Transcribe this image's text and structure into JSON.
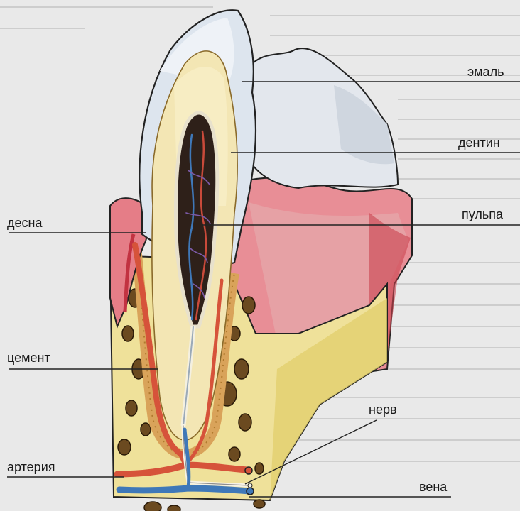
{
  "labels": {
    "enamel": "эмаль",
    "dentin": "дентин",
    "pulp": "пульпа",
    "gum": "десна",
    "cement": "цемент",
    "nerve": "нерв",
    "artery": "артерия",
    "vein": "вена"
  },
  "colors": {
    "background": "#e9e9e9",
    "enamel": "#dde5ee",
    "dentin": "#f3e6b4",
    "pulp": "#3b2a22",
    "gum": "#d86b74",
    "bone": "#efe19a",
    "artery": "#d6533a",
    "vein": "#3f78b8"
  }
}
